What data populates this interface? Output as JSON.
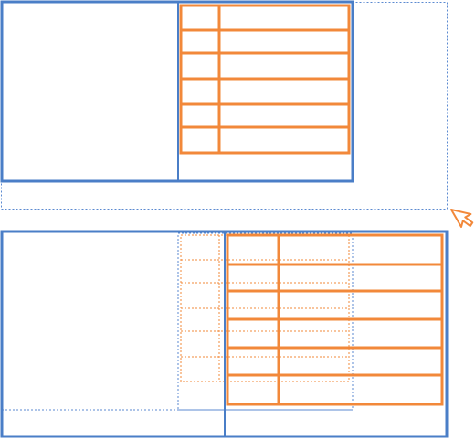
{
  "figure": {
    "description_panels": [
      "before-resize",
      "after-resize"
    ],
    "colors": {
      "window_outline": "#4a7ec7",
      "table_border": "#f2883a",
      "ghost_outline": "#5b8ad0",
      "ghost_table": "#f2883a",
      "cursor": "#f2883a",
      "background": "#ffffff"
    },
    "top_panel": {
      "table_rows": 6,
      "table_columns": 2
    },
    "bottom_panel": {
      "table_rows": 6,
      "table_columns": 3,
      "ghost_table_rows": 7
    },
    "cursor_icon": "resize-arrow-icon"
  }
}
